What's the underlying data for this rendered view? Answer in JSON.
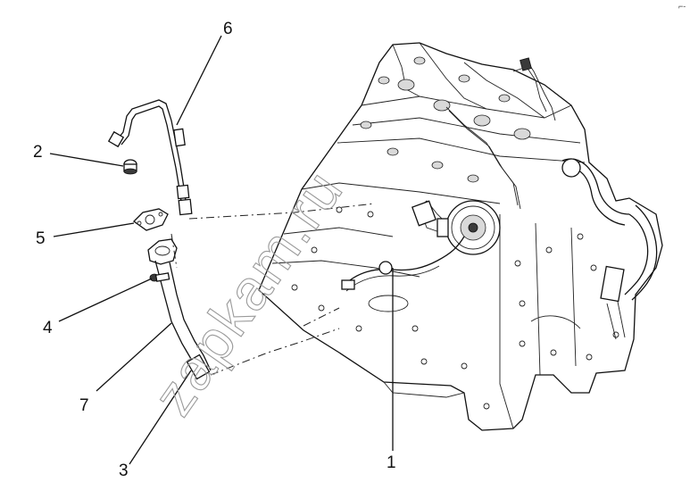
{
  "diagram": {
    "callouts": [
      {
        "id": "1",
        "label": "1"
      },
      {
        "id": "2",
        "label": "2"
      },
      {
        "id": "3",
        "label": "3"
      },
      {
        "id": "4",
        "label": "4"
      },
      {
        "id": "5",
        "label": "5"
      },
      {
        "id": "6",
        "label": "6"
      },
      {
        "id": "7",
        "label": "7"
      }
    ],
    "watermark": "zapkam.ru",
    "corner_mark": "⌐-"
  }
}
